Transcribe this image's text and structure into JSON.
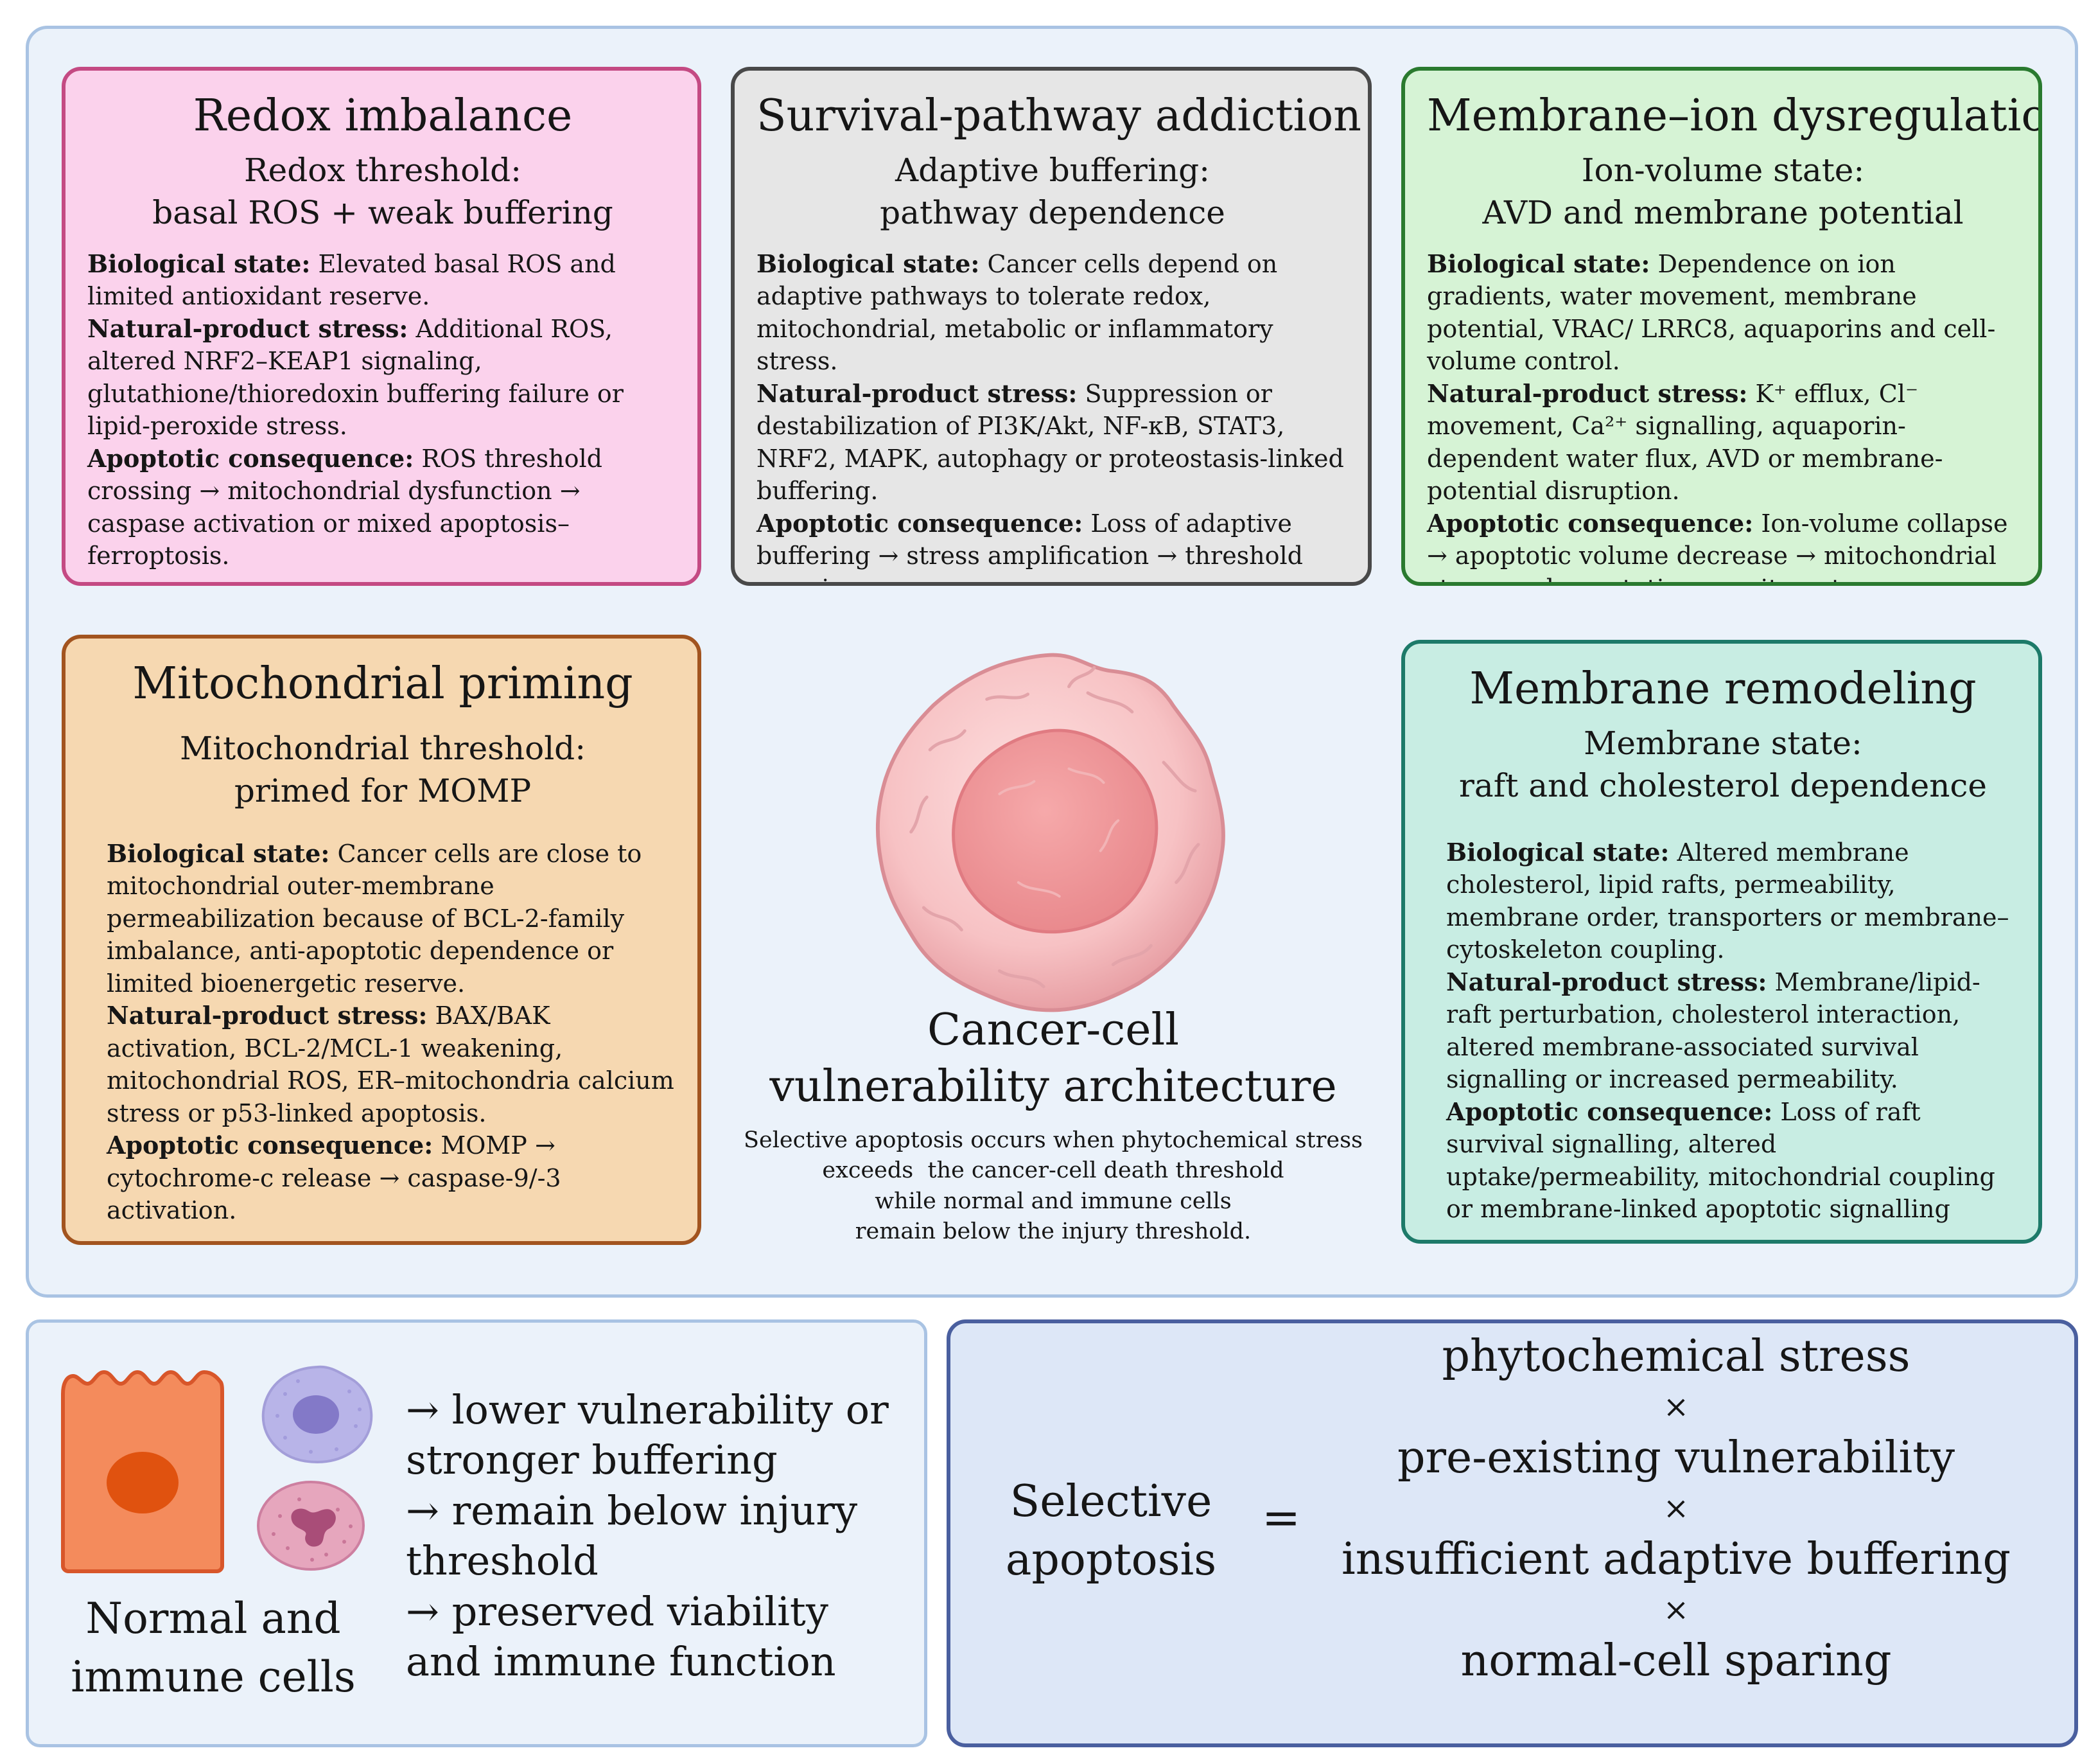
{
  "cards": {
    "redox": {
      "title": "Redox imbalance",
      "subtitle_1": "Redox threshold:",
      "subtitle_2": "basal ROS + weak buffering",
      "bio_label": "Biological state:",
      "bio_text": " Elevated basal ROS and limited antioxidant reserve.",
      "stress_label": "Natural-product stress:",
      "stress_text": " Additional ROS, altered NRF2–KEAP1 signaling, glutathione/thioredoxin buffering failure or lipid-peroxide stress.",
      "cons_label": "Apoptotic consequence:",
      "cons_text": " ROS threshold crossing → mitochondrial dysfunction → caspase activation or mixed apoptosis–ferroptosis."
    },
    "survival": {
      "title": "Survival-pathway addiction",
      "subtitle_1": "Adaptive buffering:",
      "subtitle_2": "pathway dependence",
      "bio_label": "Biological state:",
      "bio_text": " Cancer cells depend on adaptive pathways to tolerate redox, mitochondrial, metabolic or inflammatory stress.",
      "stress_label": "Natural-product stress:",
      "stress_text": " Suppression or destabilization of PI3K/Akt, NF-κB, STAT3, NRF2, MAPK, autophagy or proteostasis-linked buffering.",
      "cons_label": "Apoptotic consequence:",
      "cons_text": " Loss of adaptive buffering → stress amplification → threshold crossing."
    },
    "membrane_ion": {
      "title": "Membrane–ion dysregulation",
      "subtitle_1": "Ion-volume state:",
      "subtitle_2": "AVD and membrane potential",
      "bio_label": "Biological state:",
      "bio_text": " Dependence on ion gradients, water movement, membrane potential, VRAC/ LRRC8, aquaporins and cell-volume control.",
      "stress_label": "Natural-product stress:",
      "stress_text": " K⁺ efflux, Cl⁻ movement, Ca²⁺ signalling, aquaporin-dependent water flux, AVD or membrane-potential disruption.",
      "cons_label": "Apoptotic consequence:",
      "cons_text": " Ion-volume collapse → apoptotic volume decrease → mitochondrial stress and apoptotic commitment."
    },
    "mito": {
      "title": "Mitochondrial priming",
      "subtitle_1": "Mitochondrial threshold:",
      "subtitle_2": "primed for MOMP",
      "bio_label": "Biological state:",
      "bio_text": " Cancer cells are close to mitochondrial outer-membrane permeabilization because of BCL-2-family imbalance, anti-apoptotic dependence or limited bioenergetic reserve.",
      "stress_label": "Natural-product stress:",
      "stress_text": " BAX/BAK activation, BCL-2/MCL-1 weakening, mitochondrial ROS, ER–mitochondria calcium stress or p53-linked apoptosis.",
      "cons_label": "Apoptotic consequence:",
      "cons_text": " MOMP → cytochrome-c release → caspase-9/-3 activation."
    },
    "remodel": {
      "title": "Membrane remodeling",
      "subtitle_1": "Membrane state:",
      "subtitle_2": "raft and cholesterol dependence",
      "bio_label": "Biological state:",
      "bio_text": " Altered membrane cholesterol, lipid rafts, permeability, membrane order, transporters or membrane–cytoskeleton coupling.",
      "stress_label": "Natural-product stress:",
      "stress_text": " Membrane/lipid-raft perturbation, cholesterol interaction, altered membrane-associated survival signalling or increased permeability.",
      "cons_label": "Apoptotic consequence:",
      "cons_text": " Loss of raft survival signalling, altered uptake/permeability, mitochondrial coupling or membrane-linked apoptotic signalling"
    }
  },
  "center": {
    "title_1": "Cancer-cell",
    "title_2": "vulnerability architecture",
    "desc_1": "Selective apoptosis occurs when phytochemical stress",
    "desc_2": "exceeds  the cancer-cell death threshold",
    "desc_3": "while normal and immune cells",
    "desc_4": "remain below the injury threshold."
  },
  "normal": {
    "label_1": "Normal and",
    "label_2": "immune cells",
    "effects": [
      "→ lower vulnerability or stronger buffering",
      "→ remain below injury threshold",
      "→ preserved viability and immune function"
    ]
  },
  "formula": {
    "lhs_1": "Selective",
    "lhs_2": "apoptosis",
    "equals": "=",
    "times": "×",
    "terms": [
      "phytochemical stress",
      "pre-existing vulnerability",
      "insufficient adaptive buffering",
      "normal-cell sparing"
    ]
  },
  "colors": {
    "panel_bg": "#ebf2fa",
    "redox_bg": "#fbd2ec",
    "redox_border": "#c44a83",
    "survival_bg": "#e6e6e6",
    "survival_border": "#494949",
    "membrane_ion_bg": "#d6f3d5",
    "membrane_ion_border": "#2a7a2f",
    "mito_bg": "#f6d8b1",
    "mito_border": "#a2541f",
    "remodel_bg": "#c8ede3",
    "remodel_border": "#1d7a69",
    "formula_bg": "#dde7f7",
    "formula_border": "#4a5f9f"
  }
}
